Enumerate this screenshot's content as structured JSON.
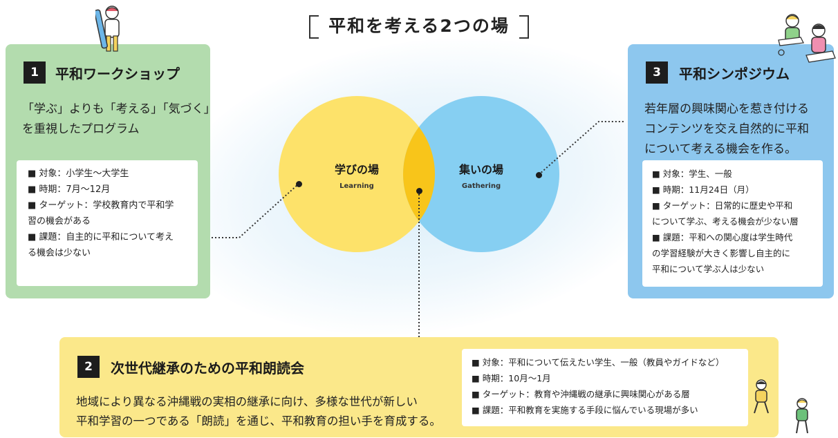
{
  "title": "平和を考える2つの場",
  "circles": {
    "learning": {
      "jp": "学びの場",
      "en": "Learning"
    },
    "gathering": {
      "jp": "集いの場",
      "en": "Gathering"
    }
  },
  "panel1": {
    "number": "1",
    "title": "平和ワークショップ",
    "desc": [
      "「学ぶ」よりも「考える」「気づく」",
      "を重視したプログラム"
    ],
    "details": [
      "■ 対象：小学生〜大学生",
      "■ 時期：7月〜12月",
      "■ ターゲット：学校教育内で平和学",
      "習の機会がある",
      "■ 課題：自主的に平和について考え",
      "る機会は少ない"
    ]
  },
  "panel2": {
    "number": "2",
    "title": "次世代継承のための平和朗読会",
    "desc": [
      "地域により異なる沖縄戦の実相の継承に向け、多様な世代が新しい",
      "平和学習の一つである「朗読」を通じ、平和教育の担い手を育成する。"
    ],
    "details": [
      "■ 対象：平和について伝えたい学生、一般（教員やガイドなど）",
      "■ 時期：10月〜1月",
      "■ ターゲット：教育や沖縄戦の継承に興味関心がある層",
      "■ 課題：平和教育を実施する手段に悩んでいる現場が多い"
    ]
  },
  "panel3": {
    "number": "3",
    "title": "平和シンポジウム",
    "desc": [
      "若年層の興味関心を惹き付ける",
      "コンテンツを交え自然的に平和",
      "について考える機会を作る。"
    ],
    "details": [
      "■ 対象：学生、一般",
      "■ 時期：11月24日（月）",
      "■ ターゲット：日常的に歴史や平和",
      "について学ぶ、考える機会が少ない層",
      "■ 課題：平和への関心度は学生時代",
      "の学習経験が大きく影響し自主的に",
      "平和について学ぶ人は少ない"
    ]
  },
  "colors": {
    "green": "#b3dcae",
    "blue": "#8dc7ee",
    "yellow": "#fbe88a",
    "circle_yellow": "#fde26a",
    "circle_blue": "#86cff2",
    "overlap": "#f8c51a"
  },
  "icons": [
    "person-with-pencil-icon",
    "people-studying-icon",
    "walking-people-icon"
  ]
}
